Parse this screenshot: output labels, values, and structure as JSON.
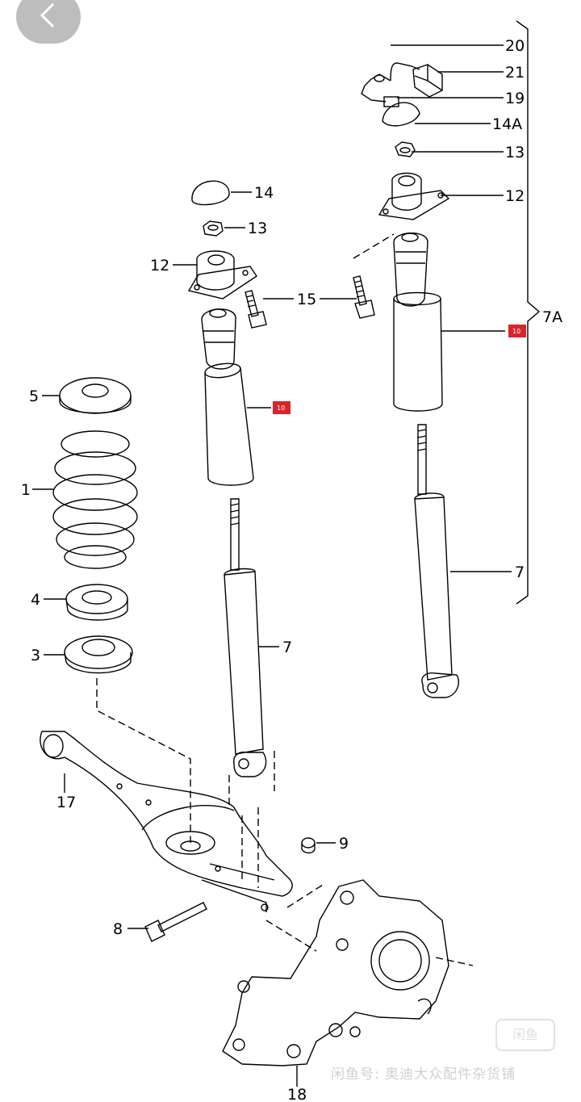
{
  "nav": {
    "back_icon": "chevron-left-icon"
  },
  "callouts": {
    "n20": "20",
    "n21": "21",
    "n19": "19",
    "n14A": "14A",
    "n13r": "13",
    "n12r": "12",
    "n7A": "7A",
    "n7r": "7",
    "n14": "14",
    "n13l": "13",
    "n12l": "12",
    "n15": "15",
    "n5": "5",
    "n1": "1",
    "n4": "4",
    "n3": "3",
    "n7l": "7",
    "n17": "17",
    "n9": "9",
    "n8": "8",
    "n18": "18"
  },
  "badges": {
    "left": "10",
    "right": "10"
  },
  "colors": {
    "badge": "#d9242b",
    "line": "#000000",
    "back_button": "#bdbdbd"
  },
  "watermark": {
    "text": "闲鱼号: 奥迪大众配件杂货铺",
    "logo": "闲鱼"
  }
}
